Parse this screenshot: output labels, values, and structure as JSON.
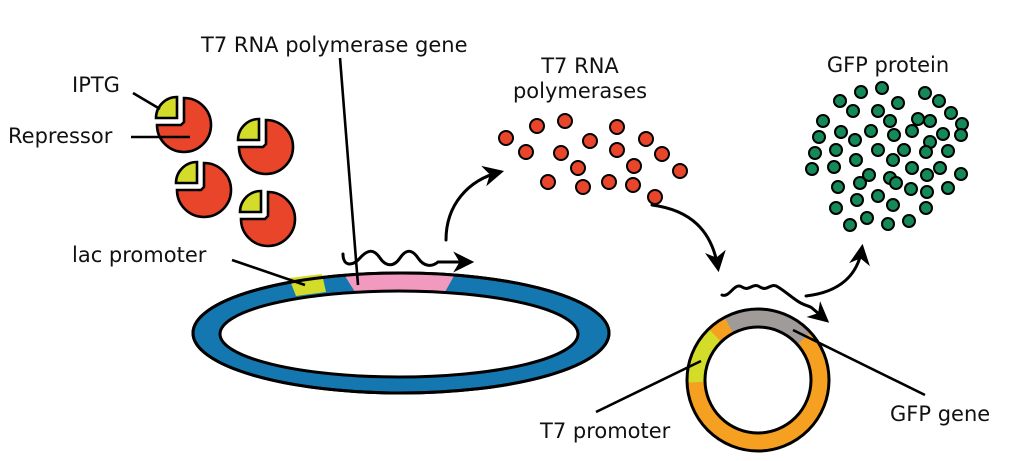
{
  "labels": {
    "t7_gene": "T7 RNA polymerase gene",
    "iptg": "IPTG",
    "repressor": "Repressor",
    "lac_promoter": "lac promoter",
    "t7_polymerases_line1": "T7 RNA",
    "t7_polymerases_line2": "polymerases",
    "gfp_protein": "GFP protein",
    "t7_promoter": "T7 promoter",
    "gfp_gene": "GFP gene"
  },
  "colors": {
    "repressor": "#e8452a",
    "iptg": "#d4dc2a",
    "plasmid_backbone": "#1577b0",
    "lac_promoter": "#d4dc2a",
    "t7_gene": "#f199bf",
    "polymerase_dot": "#e8452a",
    "gfp_dot": "#138a57",
    "reporter_backbone": "#f5a021",
    "t7_promoter": "#d4dc2a",
    "gfp_gene": "#a09a99"
  },
  "repressor_count": 4,
  "polymerase_count": 18,
  "gfp_count": 54
}
